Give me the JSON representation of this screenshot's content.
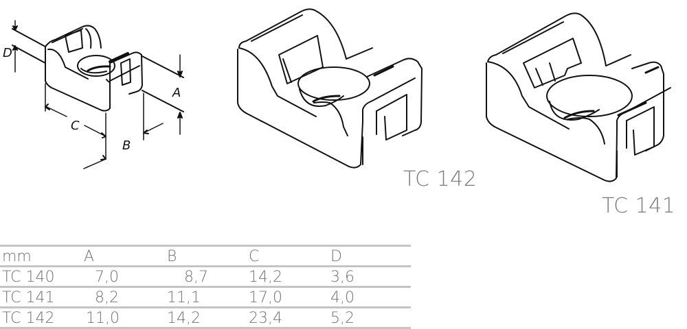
{
  "figure": {
    "dimension_labels": {
      "A": "A",
      "B": "B",
      "C": "C",
      "D": "D"
    },
    "models": [
      {
        "id": "tc142",
        "label": "TC 142"
      },
      {
        "id": "tc141",
        "label": "TC 141"
      }
    ]
  },
  "table": {
    "headers": [
      "mm",
      "A",
      "B",
      "C",
      "D"
    ],
    "rows": [
      [
        "TC 140",
        "7,0",
        "8,7",
        "14,2",
        "3,6"
      ],
      [
        "TC 141",
        "8,2",
        "11,1",
        "17,0",
        "4,0"
      ],
      [
        "TC 142",
        "11,0",
        "14,2",
        "23,4",
        "5,2"
      ]
    ]
  },
  "colors": {
    "line": "#111111",
    "text_gray": "#727272",
    "rule": "#c4c4c4"
  }
}
